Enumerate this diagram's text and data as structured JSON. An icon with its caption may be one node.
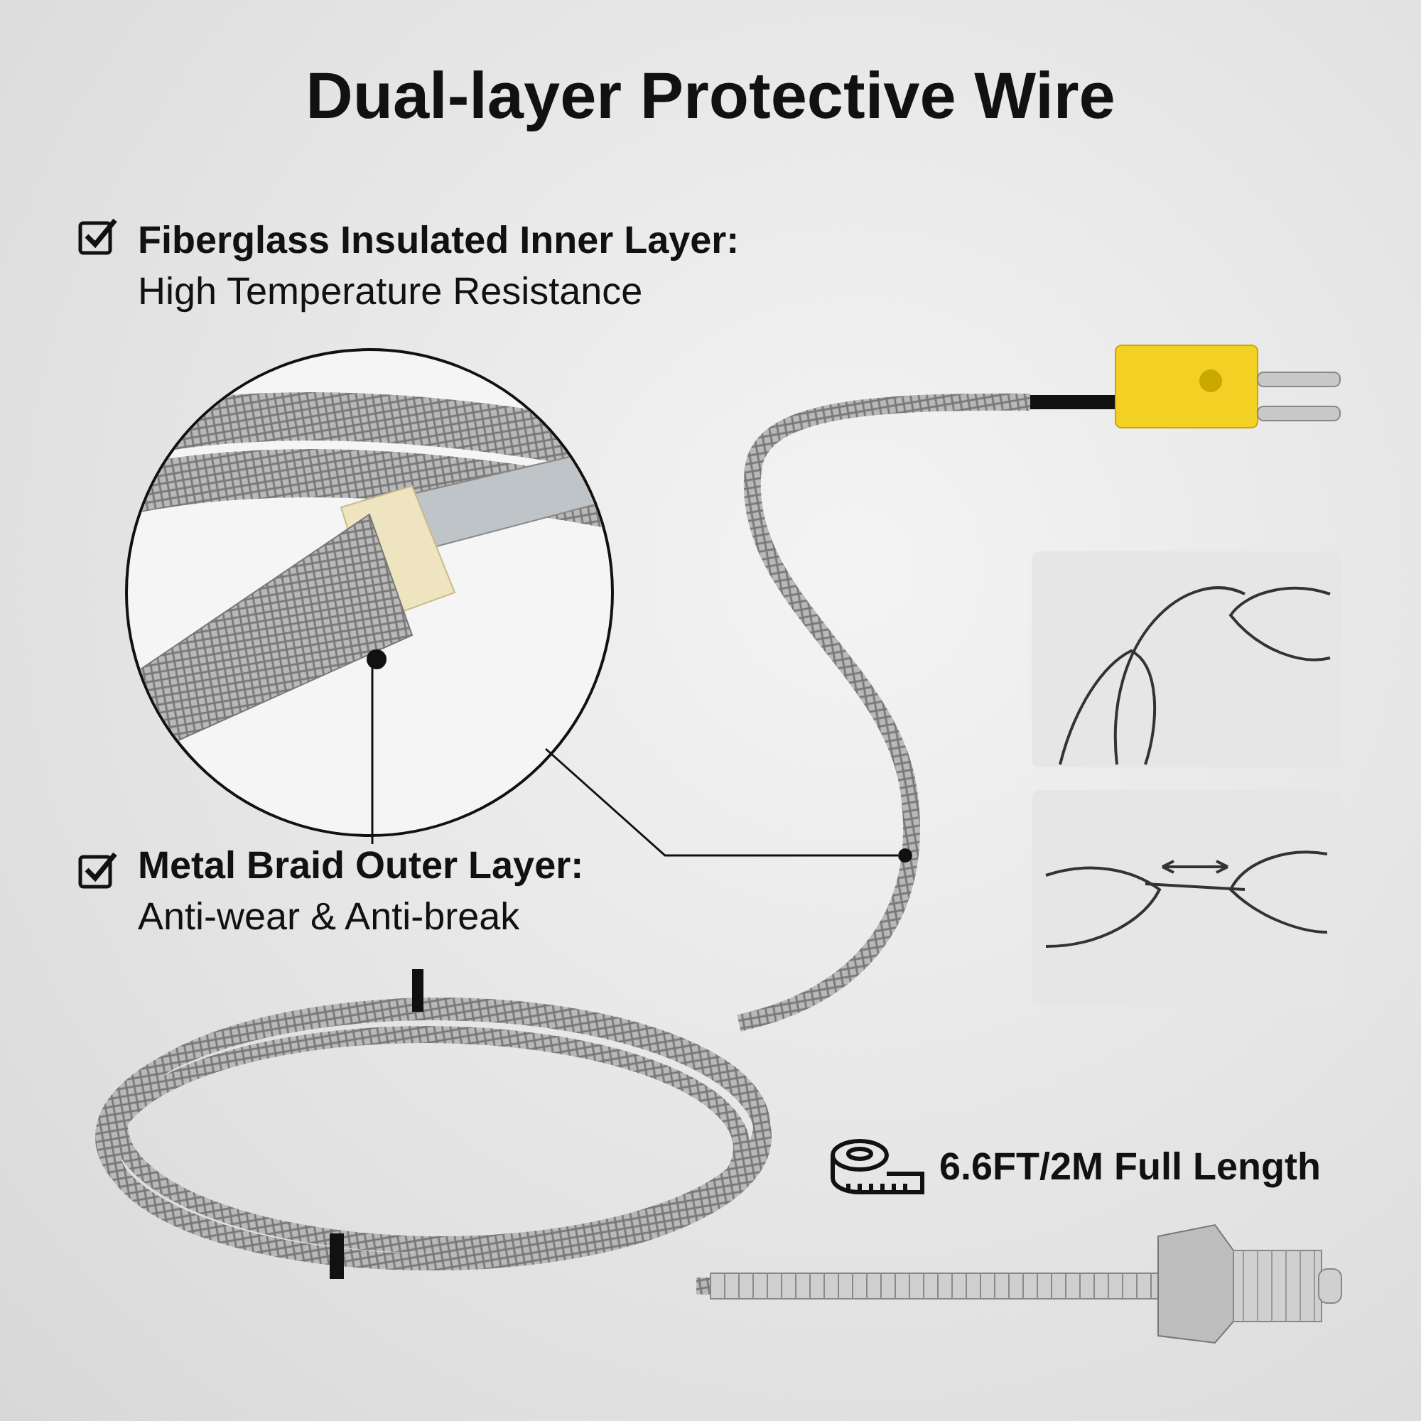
{
  "diagram": {
    "title": "Dual-layer Protective Wire",
    "nodes": [
      {
        "text": [],
        "shape": "picture"
      },
      {
        "text": [],
        "shape": "circle",
        "in": 0
      },
      {
        "text": [
          "Metal Braid Outer Layer:",
          "Anti-wear & Anti-break"
        ]
      },
      {
        "text": [],
        "shape": "circle"
      }
    ],
    "edges": [
      {
        "from": 2,
        "to": 1,
        "arrow": "none"
      },
      {
        "from": 3,
        "to": 0,
        "arrow": "none"
      }
    ],
    "labels": [
      "Fiberglass Insulated Inner Layer:",
      "High Temperature Resistance",
      "6.6FT/2M Full Length"
    ]
  }
}
